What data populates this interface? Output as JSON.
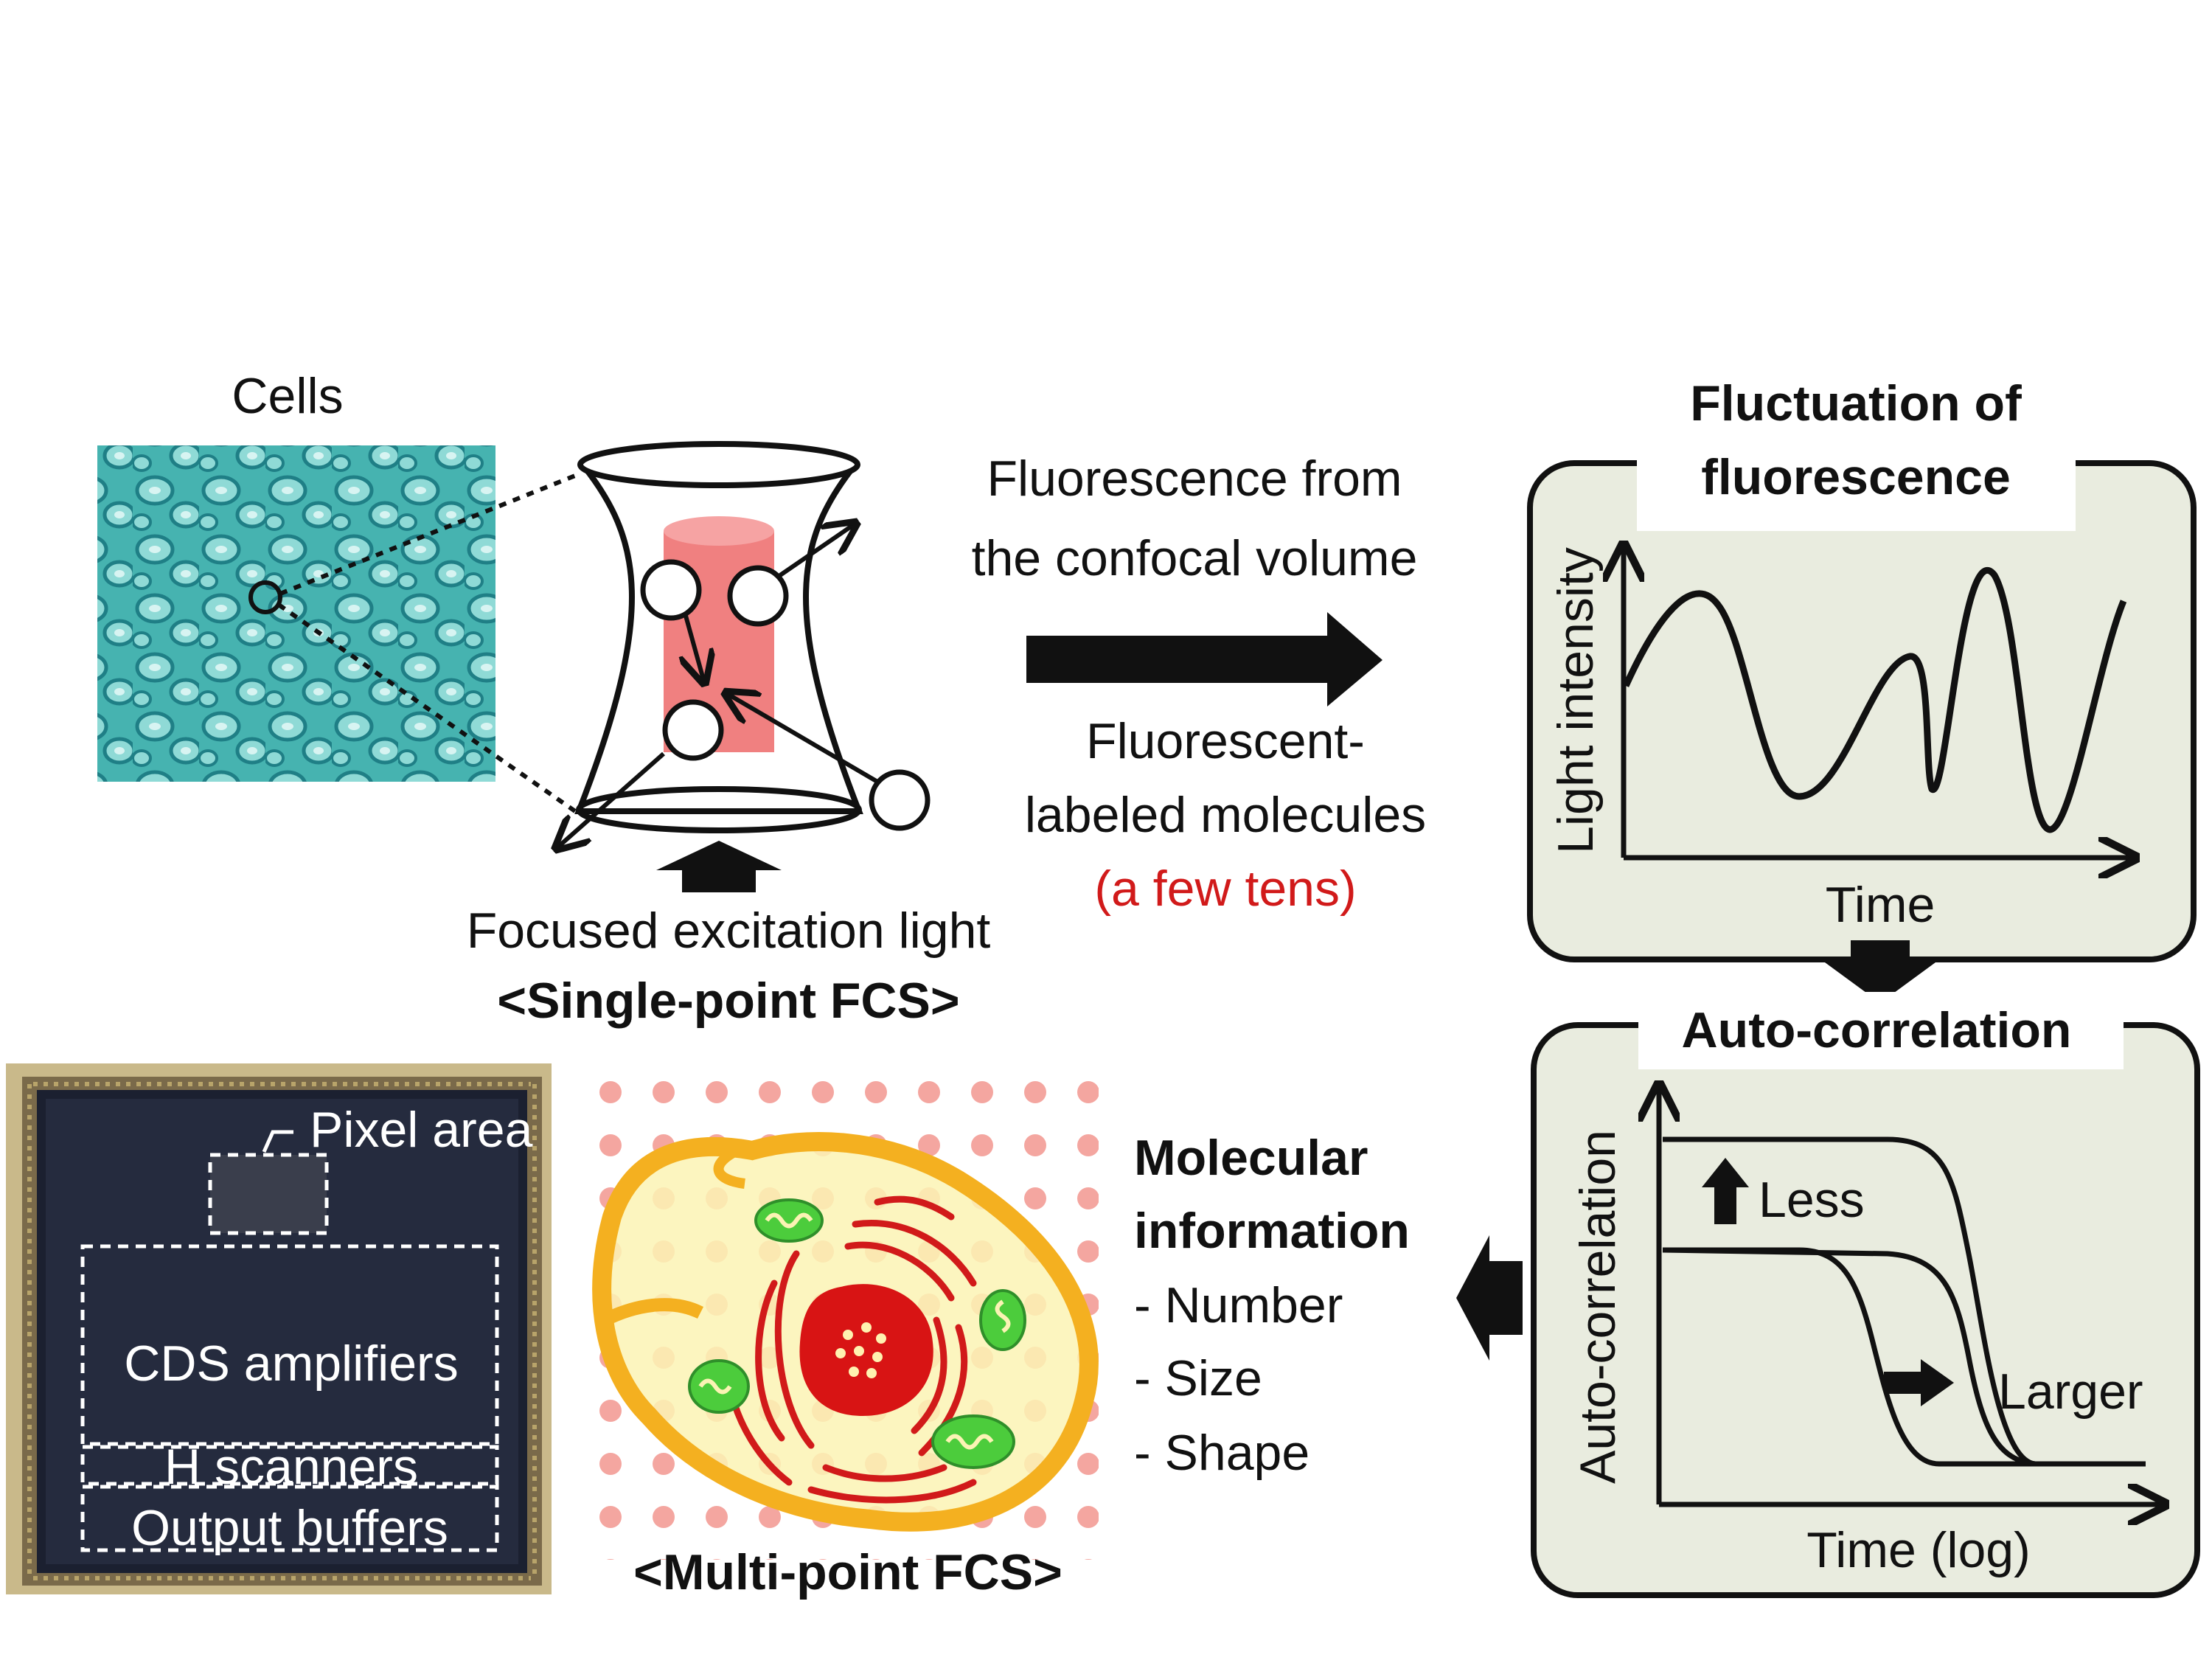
{
  "cells_label": "Cells",
  "confocal_text": [
    "Fluorescence from",
    "the confocal volume"
  ],
  "molecules_text": [
    "Fluorescent-",
    "labeled molecules"
  ],
  "molecules_count": "(a few tens)",
  "excitation_label": "Focused excitation light",
  "single_point_title": "<Single-point FCS>",
  "multi_point_title": "<Multi-point FCS>",
  "fluctuation_panel": {
    "title": [
      "Fluctuation of",
      "fluorescence"
    ],
    "ylabel": "Light intensity",
    "xlabel": "Time"
  },
  "autocorrelation_panel": {
    "title": "Auto-correlation",
    "ylabel": "Auto-correlation",
    "xlabel": "Time (log)",
    "annotation_less": "Less",
    "annotation_larger": "Larger"
  },
  "molecular_info": {
    "title": [
      "Molecular",
      "information"
    ],
    "items": [
      "- Number",
      "- Size",
      "- Shape"
    ]
  },
  "chip_labels": {
    "pixel_area": "Pixel area",
    "cds_amplifiers": "CDS amplifiers",
    "h_scanners": "H scanners",
    "output_buffers": "Output buffers"
  },
  "colors": {
    "panel_fill": "#e9ecdf",
    "accent_red": "#d11a1a",
    "confocal_cylinder": "#f08080",
    "cell_micrograph": "#4fb7b4",
    "grid_dots": "#f4a6a0",
    "cell_membrane": "#f4b020",
    "mitochondria": "#4ccc3c"
  }
}
